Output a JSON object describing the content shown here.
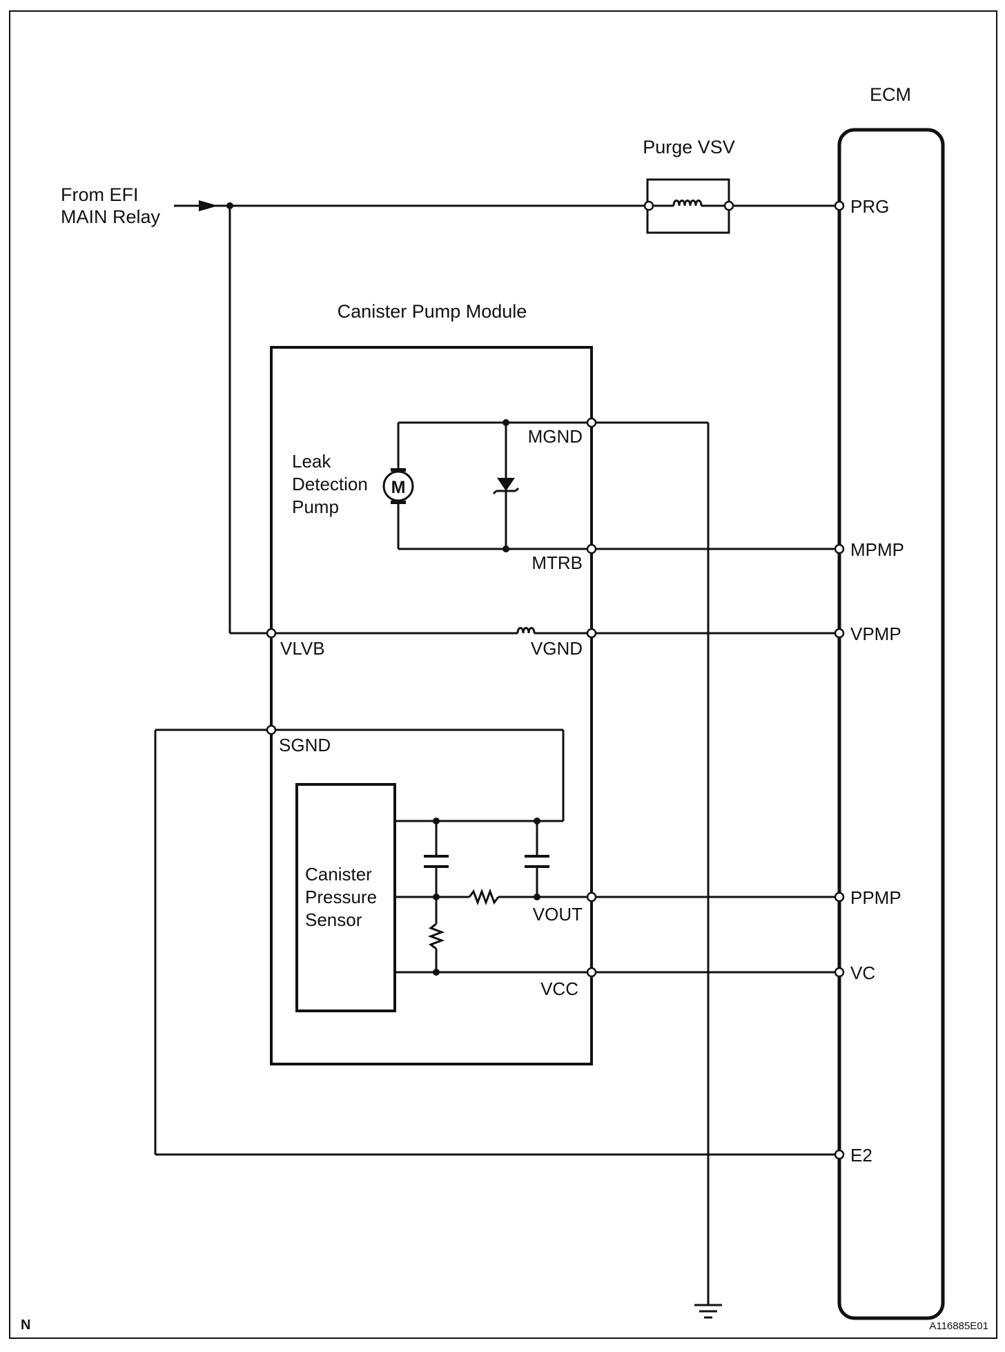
{
  "diagram": {
    "source_label": [
      "From EFI",
      "MAIN Relay"
    ],
    "ecm": {
      "title": "ECM"
    },
    "purge_vsv": {
      "title": "Purge VSV"
    },
    "module": {
      "title": "Canister Pump Module"
    },
    "pump": {
      "label": [
        "Leak",
        "Detection",
        "Pump"
      ],
      "motor_symbol": "M"
    },
    "sensor": {
      "label": [
        "Canister",
        "Pressure",
        "Sensor"
      ]
    },
    "module_terminals": {
      "mgnd": "MGND",
      "mtrb": "MTRB",
      "vlvb": "VLVB",
      "vgnd": "VGND",
      "sgnd": "SGND",
      "vout": "VOUT",
      "vcc": "VCC"
    },
    "ecm_terminals": {
      "prg": "PRG",
      "mpmp": "MPMP",
      "vpmp": "VPMP",
      "ppmp": "PPMP",
      "vc": "VC",
      "e2": "E2"
    },
    "corner_left": "N",
    "figure_code": "A116885E01",
    "icons": [
      "arrow-icon",
      "coil-icon",
      "motor-icon",
      "diode-icon",
      "capacitor-icon",
      "resistor-icon",
      "ground-icon"
    ]
  }
}
